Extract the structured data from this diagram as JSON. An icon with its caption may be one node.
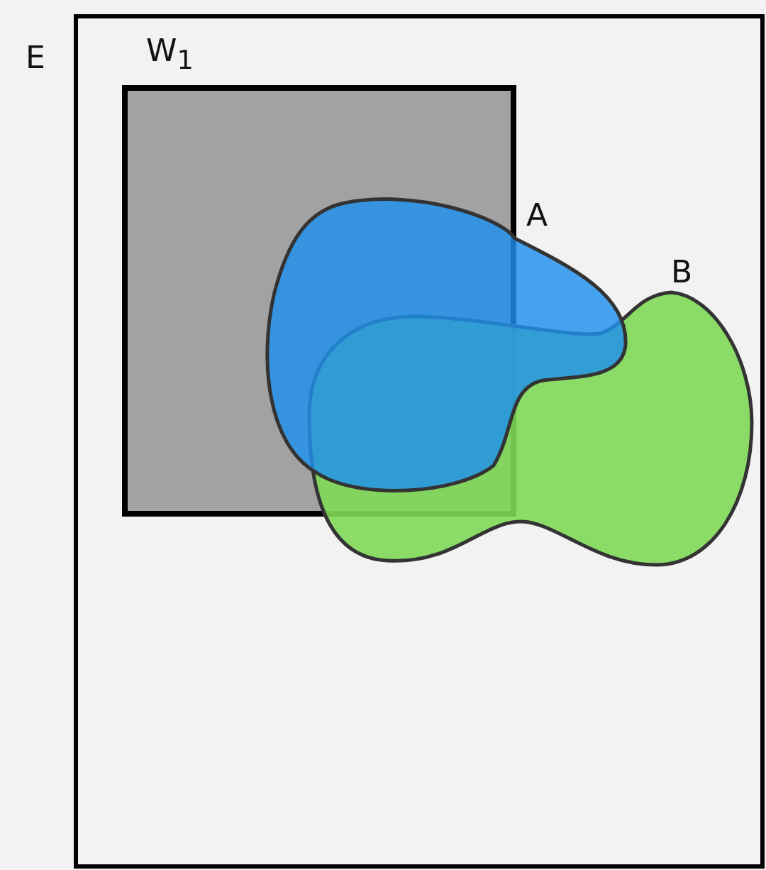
{
  "diagram": {
    "nodes": [
      {
        "text": [
          "E"
        ]
      },
      {
        "text": [
          "W$_{1}$"
        ],
        "in": 0
      },
      {
        "text": [
          "A"
        ],
        "in": 0
      },
      {
        "text": [
          "B"
        ],
        "in": 0
      }
    ]
  }
}
